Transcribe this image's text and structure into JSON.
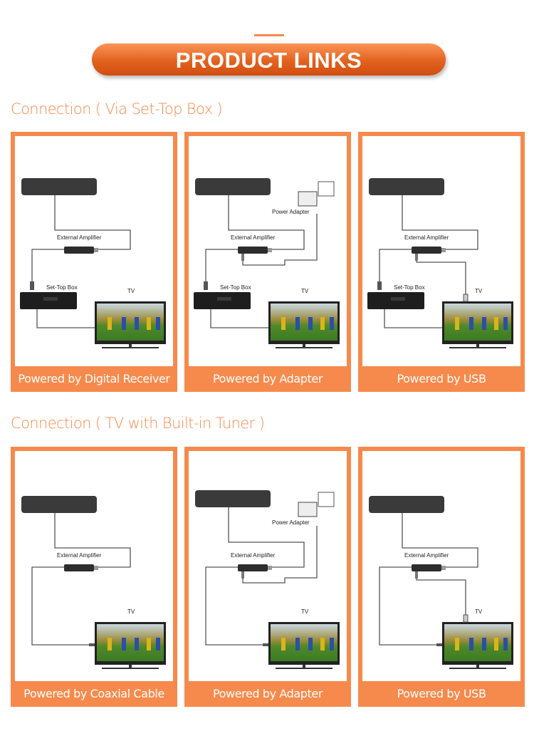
{
  "header": {
    "title": "PRODUCT LINKS"
  },
  "sections": [
    {
      "title": "Connection ( Via Set-Top Box )",
      "panels": [
        {
          "variant": "stb",
          "caption": "Powered by Digital Receiver",
          "labels": {
            "amp": "External Amplifier",
            "stb": "Set-Top Box",
            "tv": "TV"
          }
        },
        {
          "variant": "stb-adapter",
          "caption": "Powered by Adapter",
          "labels": {
            "amp": "External Amplifier",
            "stb": "Set-Top Box",
            "tv": "TV",
            "adapter": "Power Adapter"
          }
        },
        {
          "variant": "stb-usb",
          "caption": "Powered by USB",
          "labels": {
            "amp": "External Amplifier",
            "stb": "Set-Top Box",
            "tv": "TV"
          }
        }
      ]
    },
    {
      "title": "Connection ( TV with Built-in Tuner )",
      "panels": [
        {
          "variant": "tv",
          "caption": "Powered by Coaxial Cable",
          "labels": {
            "amp": "External Amplifier",
            "tv": "TV"
          }
        },
        {
          "variant": "tv-adapter",
          "caption": "Powered by Adapter",
          "labels": {
            "amp": "External Amplifier",
            "tv": "TV",
            "adapter": "Power Adapter"
          }
        },
        {
          "variant": "tv-usb",
          "caption": "Powered by USB",
          "labels": {
            "amp": "External Amplifier",
            "tv": "TV"
          }
        }
      ]
    }
  ],
  "colors": {
    "accent": "#f68a4c"
  }
}
